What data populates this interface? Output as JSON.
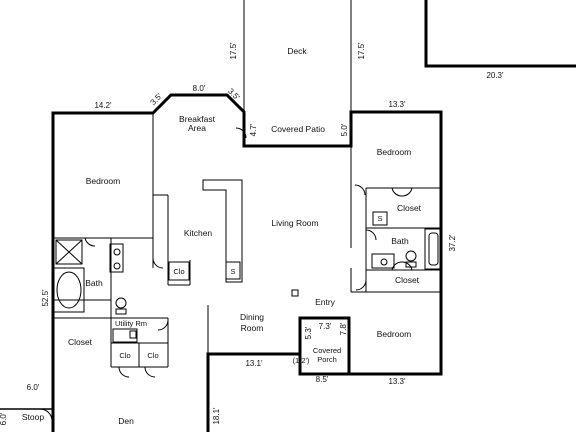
{
  "rooms": {
    "deck": "Deck",
    "breakfast_1": "Breakfast",
    "breakfast_2": "Area",
    "covered_patio": "Covered Patio",
    "bedroom_left": "Bedroom",
    "bedroom_right_top": "Bedroom",
    "bedroom_right_bottom": "Bedroom",
    "kitchen": "Kitchen",
    "living_room": "Living Room",
    "bath_left": "Bath",
    "bath_right": "Bath",
    "closet_left": "Closet",
    "closet_right_top": "Closet",
    "closet_right_bottom": "Closet",
    "utility": "Utility Rm",
    "clo_kitchen": "Clo",
    "clo_1": "Clo",
    "clo_2": "Clo",
    "s_kitchen": "S",
    "s_closet": "S",
    "entry": "Entry",
    "dining_1": "Dining",
    "dining_2": "Room",
    "covered_porch_1": "Covered",
    "covered_porch_2": "Porch",
    "stoop": "Stoop",
    "den": "Den"
  },
  "dims": {
    "deck_left": "17.5'",
    "deck_right": "17.5'",
    "garage_width": "20.3'",
    "top_left": "14.2'",
    "diag_left": "3.5'",
    "breakfast_top": "8.0'",
    "diag_right": "3.5'",
    "patio_depth": "4.7'",
    "patio_right": "5.0'",
    "top_right": "13.3'",
    "right_side": "37.2'",
    "left_side": "52.5'",
    "entry_dim": "7.3'",
    "porch_left": "5.3'",
    "porch_right": "7.8'",
    "porch_small": "(1.2')",
    "dining_bottom": "13.1'",
    "porch_bottom": "8.5'",
    "bottom_right": "13.3'",
    "stoop_width": "6.0'",
    "stoop_depth": "6.0'",
    "den_side": "18.1'"
  }
}
